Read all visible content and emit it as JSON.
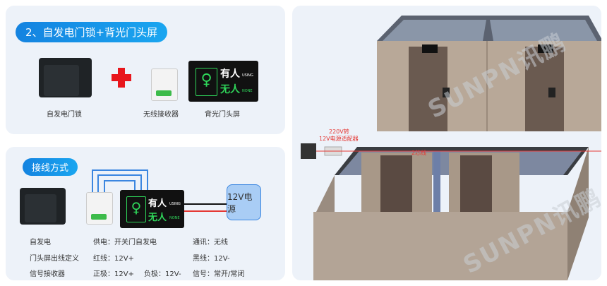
{
  "section1": {
    "title": "2、自发电门锁+背光门头屏",
    "items": [
      {
        "label": "自发电门锁"
      },
      {
        "label": "无线接收器"
      },
      {
        "label": "背光门头屏"
      }
    ],
    "plus_color": "#e8161c"
  },
  "sign": {
    "occupied": "有人",
    "occupied_en": "USING",
    "vacant": "无人",
    "vacant_en": "NONE"
  },
  "section2": {
    "title": "接线方式",
    "power_box": "12V电源",
    "rows": [
      [
        "自发电",
        "供电：开关门自发电",
        "",
        "通讯：无线"
      ],
      [
        "门头屏出线定义",
        "红线：12V+",
        "",
        "黑线：12V-"
      ],
      [
        "信号接收器",
        "正极：12V+",
        "负极：12V-",
        "信号：常开/常闭"
      ]
    ]
  },
  "diagram": {
    "adapter_label_1": "220V转",
    "adapter_label_2": "12V电源适配器",
    "cable_label": "2芯线"
  },
  "watermark": "SUNPN讯鹏",
  "colors": {
    "accent": "#1483e0",
    "panel": "#edf2f9",
    "green": "#2fd65a",
    "red_wire": "#e53935"
  }
}
